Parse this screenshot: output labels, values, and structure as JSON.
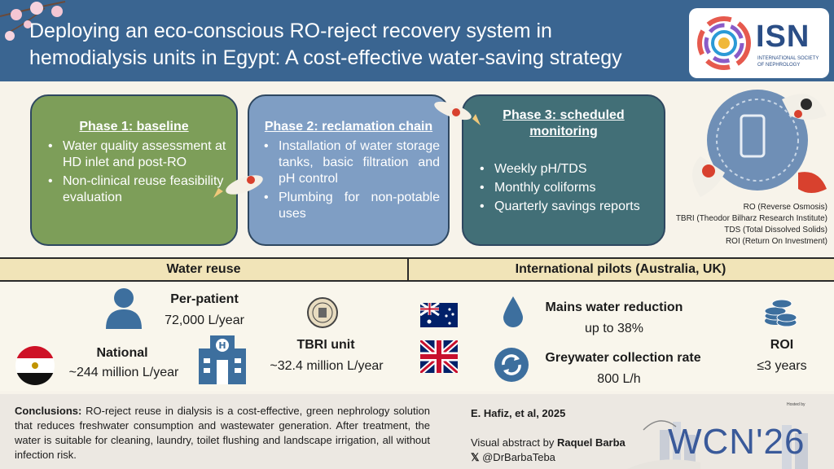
{
  "header": {
    "title_line1": "Deploying an eco-conscious RO-reject recovery system in",
    "title_line2": "hemodialysis units in Egypt: A cost-effective water-saving strategy",
    "logo_text": "ISN",
    "logo_subtext": "INTERNATIONAL SOCIETY OF NEPHROLOGY"
  },
  "phases": [
    {
      "title": "Phase 1: baseline",
      "items": [
        "Water quality assessment at HD inlet and post-RO",
        "Non-clinical reuse feasibility evaluation"
      ]
    },
    {
      "title": "Phase 2: reclamation chain",
      "items": [
        "Installation of water storage tanks, basic filtration and pH control",
        "Plumbing for non-potable uses"
      ]
    },
    {
      "title_line1": "Phase 3: scheduled",
      "title_line2": "monitoring",
      "items": [
        "Weekly pH/TDS",
        "Monthly coliforms",
        "Quarterly savings reports"
      ]
    }
  ],
  "abbreviations": [
    "RO (Reverse Osmosis)",
    "TBRI (Theodor Bilharz Research Institute)",
    "TDS (Total Dissolved Solids)",
    "ROI (Return On Investment)"
  ],
  "band": {
    "left": "Water reuse",
    "right": "International pilots (Australia, UK)"
  },
  "water_reuse": {
    "per_patient_label": "Per-patient",
    "per_patient_value": "72,000 L/year",
    "national_label": "National",
    "national_value": "~244 million L/year",
    "tbri_label": "TBRI unit",
    "tbri_value": "~32.4 million L/year"
  },
  "pilots": {
    "mains_label": "Mains water reduction",
    "mains_value": "up to 38%",
    "greywater_label": "Greywater collection rate",
    "greywater_value": "800 L/h",
    "roi_label": "ROI",
    "roi_value": "≤3 years"
  },
  "conclusions": {
    "label": "Conclusions:",
    "text": " RO-reject reuse in dialysis is a cost-effective, green nephrology solution that reduces freshwater consumption and wastewater generation. After treatment, the water is suitable for cleaning, laundry, toilet flushing and landscape irrigation, all without infection risk."
  },
  "credits": {
    "authors": "E. Hafiz, et al, 2025",
    "va_prefix": "Visual abstract by ",
    "va_name": "Raquel Barba",
    "handle": "@DrBarbaTeba",
    "x_icon": "x-logo-icon"
  },
  "event": {
    "name": "WCN'26",
    "hosted": "Hosted by"
  },
  "colors": {
    "header": "#3a6591",
    "phase1": "#7d9e59",
    "phase2": "#7f9ec4",
    "phase3": "#426f77",
    "band": "#f1e4b8",
    "icon_blue": "#3d6f9e"
  }
}
